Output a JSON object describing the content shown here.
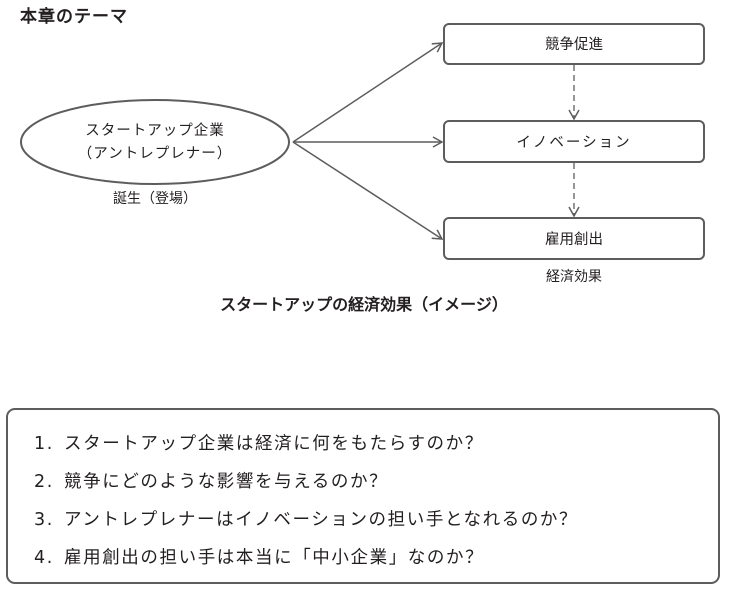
{
  "header": {
    "title": "本章のテーマ"
  },
  "diagram": {
    "source": {
      "line1": "スタートアップ企業",
      "line2": "（アントレプレナー）",
      "caption": "誕生（登場）"
    },
    "targets": [
      {
        "label": "競争促進"
      },
      {
        "label": "イノベーション"
      },
      {
        "label": "雇用創出"
      }
    ],
    "targets_caption": "経済効果",
    "title": "スタートアップの経済効果（イメージ）",
    "colors": {
      "stroke": "#5d5d5d",
      "text": "#231f20"
    }
  },
  "questions": [
    {
      "num": "1.",
      "text": "スタートアップ企業は経済に何をもたらすのか？"
    },
    {
      "num": "2.",
      "text": "競争にどのような影響を与えるのか？"
    },
    {
      "num": "3.",
      "text": "アントレプレナーはイノベーションの担い手となれるのか？"
    },
    {
      "num": "4.",
      "text": "雇用創出の担い手は本当に「中小企業」なのか？"
    }
  ]
}
